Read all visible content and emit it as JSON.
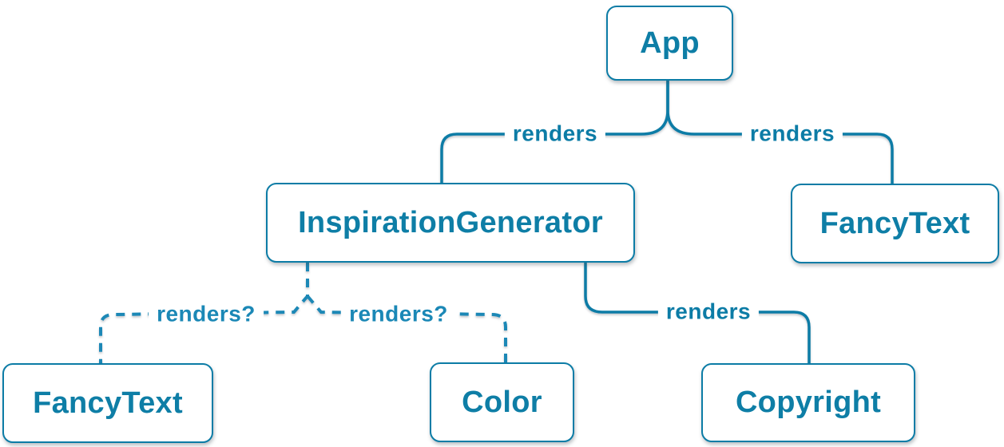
{
  "colors": {
    "solid_edge": "#0c7ca6",
    "dashed_edge": "#1b88b6",
    "node_border": "#0c7ca6",
    "node_text": "#0e7ea6",
    "node_background": "#ffffff",
    "page_background": "#ffffff"
  },
  "nodes": [
    {
      "id": "app",
      "label": "App"
    },
    {
      "id": "inspiration-generator",
      "label": "InspirationGenerator"
    },
    {
      "id": "fancy-text-top",
      "label": "FancyText"
    },
    {
      "id": "fancy-text-bottom",
      "label": "FancyText"
    },
    {
      "id": "color",
      "label": "Color"
    },
    {
      "id": "copyright",
      "label": "Copyright"
    }
  ],
  "edges": [
    {
      "from": "App",
      "to": "InspirationGenerator",
      "label": "renders",
      "style": "solid"
    },
    {
      "from": "App",
      "to": "FancyText",
      "label": "renders",
      "style": "solid"
    },
    {
      "from": "InspirationGenerator",
      "to": "FancyText",
      "label": "renders?",
      "style": "dashed"
    },
    {
      "from": "InspirationGenerator",
      "to": "Color",
      "label": "renders?",
      "style": "dashed"
    },
    {
      "from": "InspirationGenerator",
      "to": "Copyright",
      "label": "renders",
      "style": "solid"
    }
  ]
}
